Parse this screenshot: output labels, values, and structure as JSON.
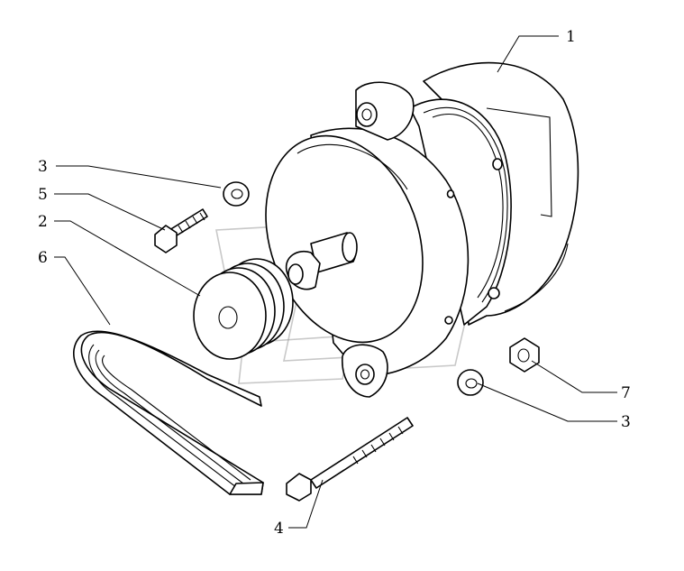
{
  "callouts": [
    {
      "id": "alternator",
      "label": "1"
    },
    {
      "id": "pulley",
      "label": "2"
    },
    {
      "id": "washer-upper",
      "label": "3"
    },
    {
      "id": "washer-lower",
      "label": "3"
    },
    {
      "id": "long-bolt",
      "label": "4"
    },
    {
      "id": "short-bolt",
      "label": "5"
    },
    {
      "id": "belt",
      "label": "6"
    },
    {
      "id": "nut",
      "label": "7"
    }
  ]
}
